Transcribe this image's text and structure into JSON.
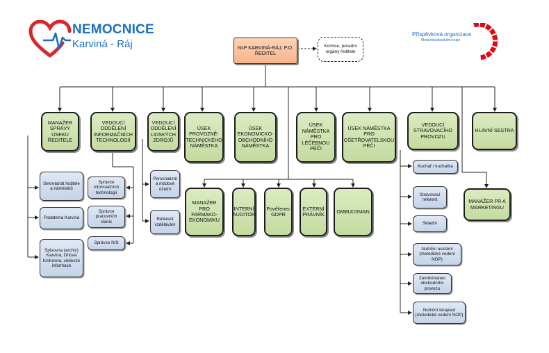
{
  "logo": {
    "name_line1": "NEMOCNICE",
    "name_line2": "Karviná - Ráj",
    "heart_color": "#d9262c",
    "text_color": "#1a6fc2"
  },
  "org_logo": {
    "line1": "Příspěvková organizace",
    "line2": "Moravskoslezského kraje",
    "ring_color": "#e30613"
  },
  "colors": {
    "green_fill": "#c8dea8",
    "blue_fill": "#cfdbee",
    "director_fill": "#f8bf99",
    "line": "#222222"
  },
  "director": {
    "line1": "NsP KARVINÁ-RÁJ, P.O.",
    "line2": "ŘEDITEL"
  },
  "committee": "Komise, poradní orgány ředitele",
  "top_units": [
    "MANAŽER SPRÁVY ÚSEKU ŘEDITELE",
    "VEDOUCÍ ODDĚLENÍ INFORMAČNÍCH TECHNOLOGIÍ",
    "VEDOUCÍ ODDĚLENÍ LIDSKÝCH ZDROJŮ",
    "ÚSEK PROVOZNĚ-TECHNICKÉHO NÁMĚSTKA",
    "ÚSEK EKONOMICKO-OBCHODNÍHO NÁMĚSTKA",
    "ÚSEK NÁMĚSTKA PRO LÉČEBNOU PÉČI",
    "ÚSEK NÁMĚSTKA PRO OŠETŘOVATELSKOU PÉČI",
    "VEDOUCÍ STRAVOVACÍHO PROVOZU",
    "HLAVNÍ SESTRA"
  ],
  "director_units": [
    "MANAŽER PRO FARMAKO-EKONOMIKU",
    "INTERNÍ AUDITOR",
    "Pověřenec GDPR",
    "EXTERNÍ PRÁVNÍK",
    "OMBUDSMAN"
  ],
  "pr_manager": "MANAŽER PR A MARKETINGU",
  "office_units": [
    "Sekretariát ředitele a náměstků",
    "Podatelna Karviná",
    "Spisovna (archiv) Karviná, Orlová Knihovna, vědecké informace"
  ],
  "it_units": [
    "Správce informačních technologií",
    "Správce pracovních stanic",
    "Správce NIS"
  ],
  "hr_units": [
    "Personalisté a mzdové účetní",
    "Referent vzdělávání"
  ],
  "catering_units": [
    "Kuchař / kuchařka",
    "Stravovací referent",
    "Skladní",
    "Nutriční asistent (metodické vedení NOP)",
    "Zaměstnanec obchodního provozu",
    "Nutriční terapeut (metodické vedení NOP)"
  ]
}
